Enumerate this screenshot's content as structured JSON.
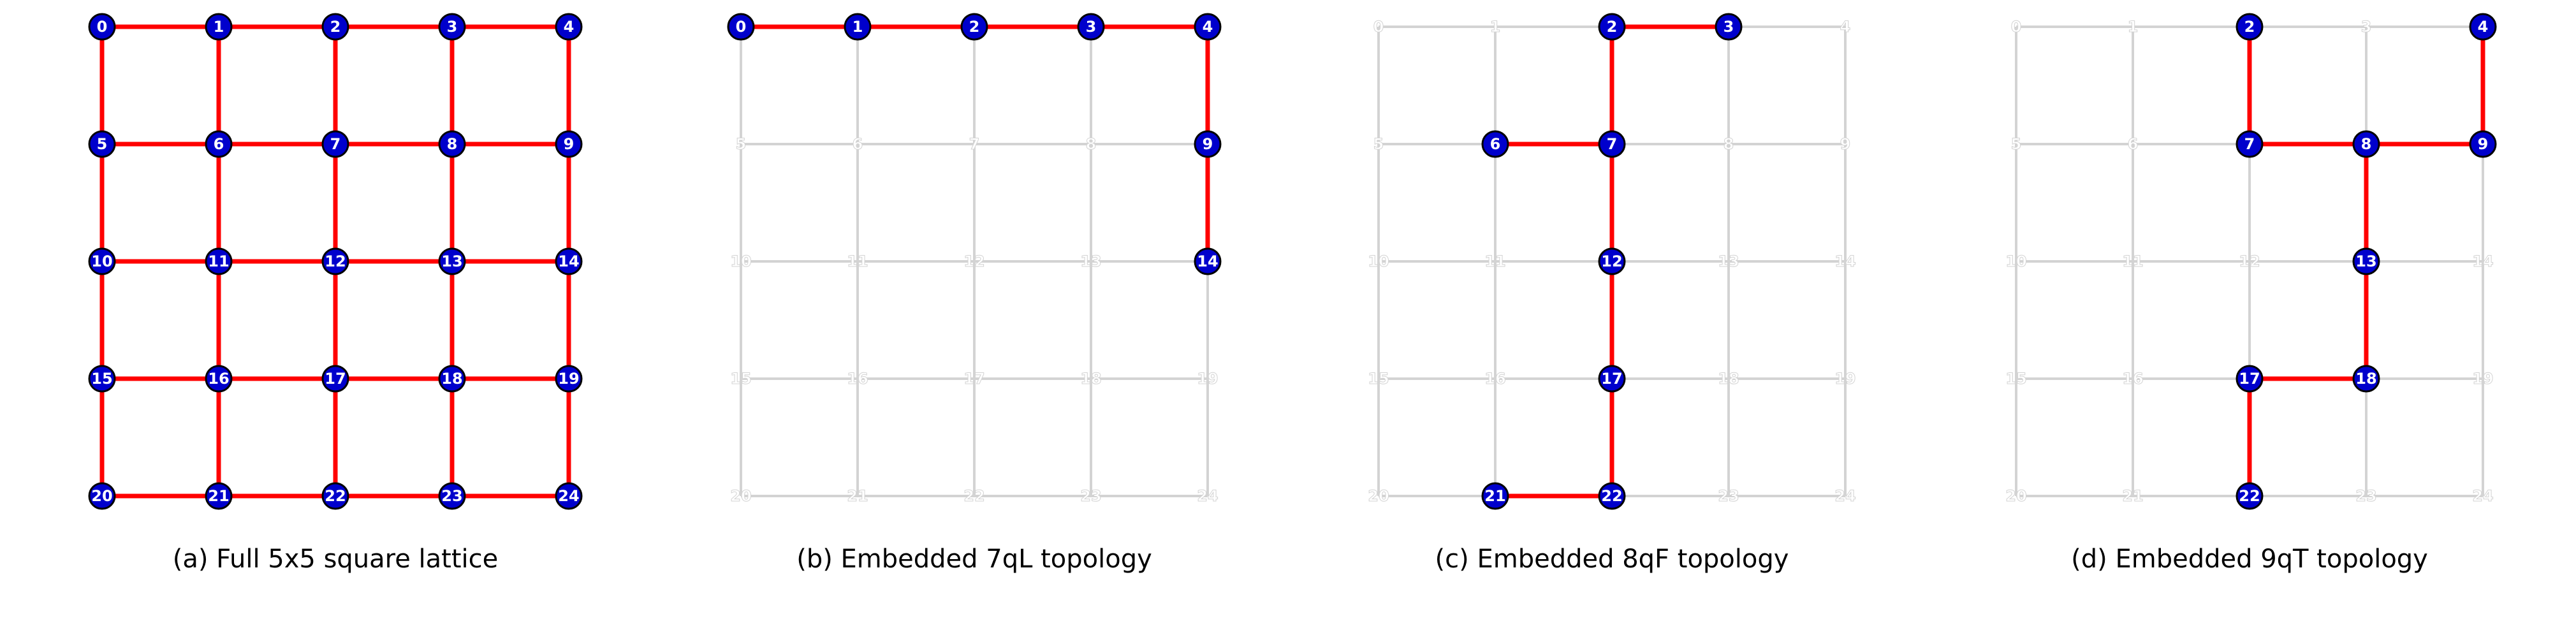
{
  "colors": {
    "background": "#ffffff",
    "active_edge": "#ff0000",
    "inactive_edge": "#d3d3d3",
    "active_node_fill": "#0000cc",
    "active_node_stroke": "#000000",
    "active_label": "#ffffff",
    "inactive_label": "#ffffff"
  },
  "lattice": {
    "rows": 5,
    "cols": 5,
    "node_labels": [
      "0",
      "1",
      "2",
      "3",
      "4",
      "5",
      "6",
      "7",
      "8",
      "9",
      "10",
      "11",
      "12",
      "13",
      "14",
      "15",
      "16",
      "17",
      "18",
      "19",
      "20",
      "21",
      "22",
      "23",
      "24"
    ]
  },
  "panels": [
    {
      "caption": "(a) Full 5x5 square lattice",
      "active_nodes": [
        0,
        1,
        2,
        3,
        4,
        5,
        6,
        7,
        8,
        9,
        10,
        11,
        12,
        13,
        14,
        15,
        16,
        17,
        18,
        19,
        20,
        21,
        22,
        23,
        24
      ],
      "active_edges": "all"
    },
    {
      "caption": "(b) Embedded 7qL topology",
      "active_nodes": [
        0,
        1,
        2,
        3,
        4,
        9,
        14
      ],
      "active_edges": [
        [
          0,
          1
        ],
        [
          1,
          2
        ],
        [
          2,
          3
        ],
        [
          3,
          4
        ],
        [
          4,
          9
        ],
        [
          9,
          14
        ]
      ]
    },
    {
      "caption": "(c) Embedded 8qF topology",
      "active_nodes": [
        2,
        3,
        6,
        7,
        12,
        17,
        21,
        22
      ],
      "active_edges": [
        [
          2,
          3
        ],
        [
          2,
          7
        ],
        [
          6,
          7
        ],
        [
          7,
          12
        ],
        [
          12,
          17
        ],
        [
          17,
          22
        ],
        [
          21,
          22
        ]
      ]
    },
    {
      "caption": "(d) Embedded 9qT topology",
      "active_nodes": [
        2,
        4,
        7,
        8,
        9,
        13,
        17,
        18,
        22
      ],
      "active_edges": [
        [
          2,
          7
        ],
        [
          4,
          9
        ],
        [
          7,
          8
        ],
        [
          8,
          9
        ],
        [
          8,
          13
        ],
        [
          13,
          18
        ],
        [
          17,
          18
        ],
        [
          17,
          22
        ]
      ]
    }
  ]
}
